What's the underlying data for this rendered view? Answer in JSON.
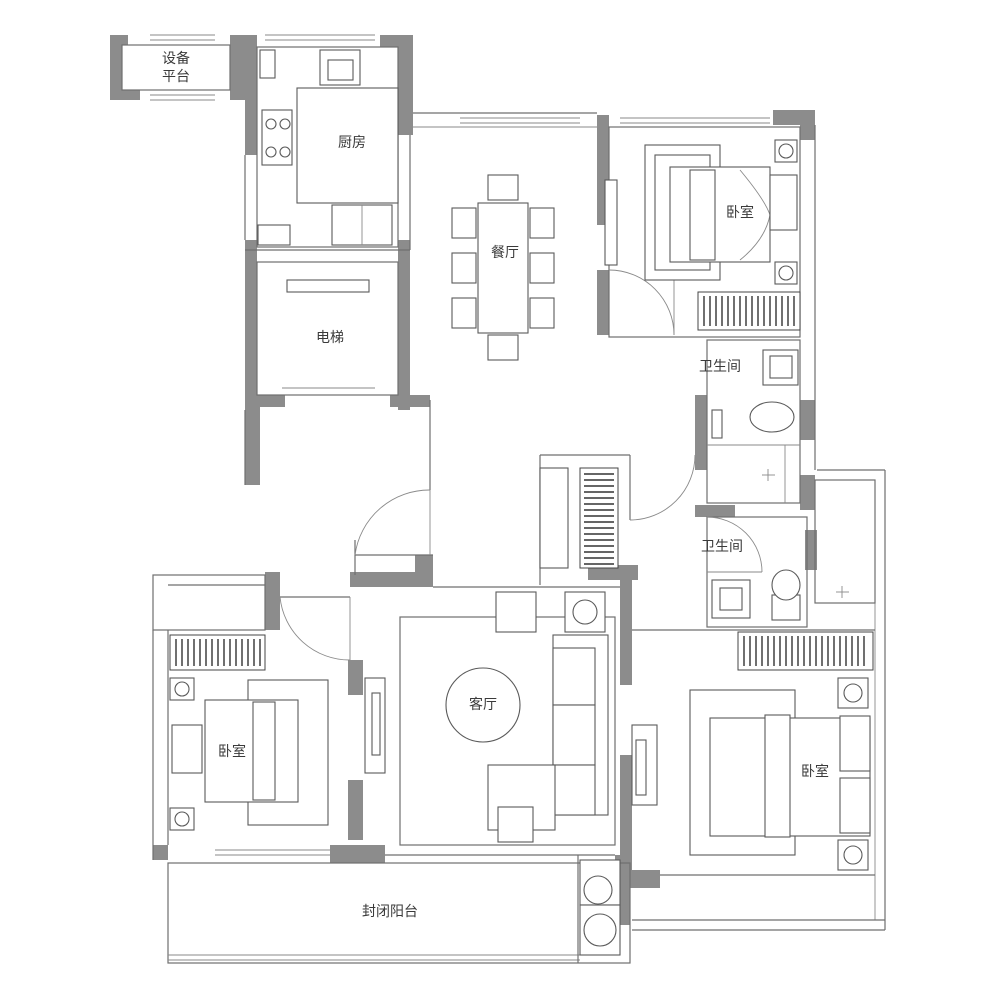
{
  "rooms": {
    "equipment_platform_line1": "设备",
    "equipment_platform_line2": "平台",
    "kitchen": "厨房",
    "elevator": "电梯",
    "dining": "餐厅",
    "bedroom_ne": "卧室",
    "bathroom_1": "卫生间",
    "bathroom_2": "卫生间",
    "living": "客厅",
    "bedroom_w": "卧室",
    "bedroom_se": "卧室",
    "balcony": "封闭阳台"
  }
}
